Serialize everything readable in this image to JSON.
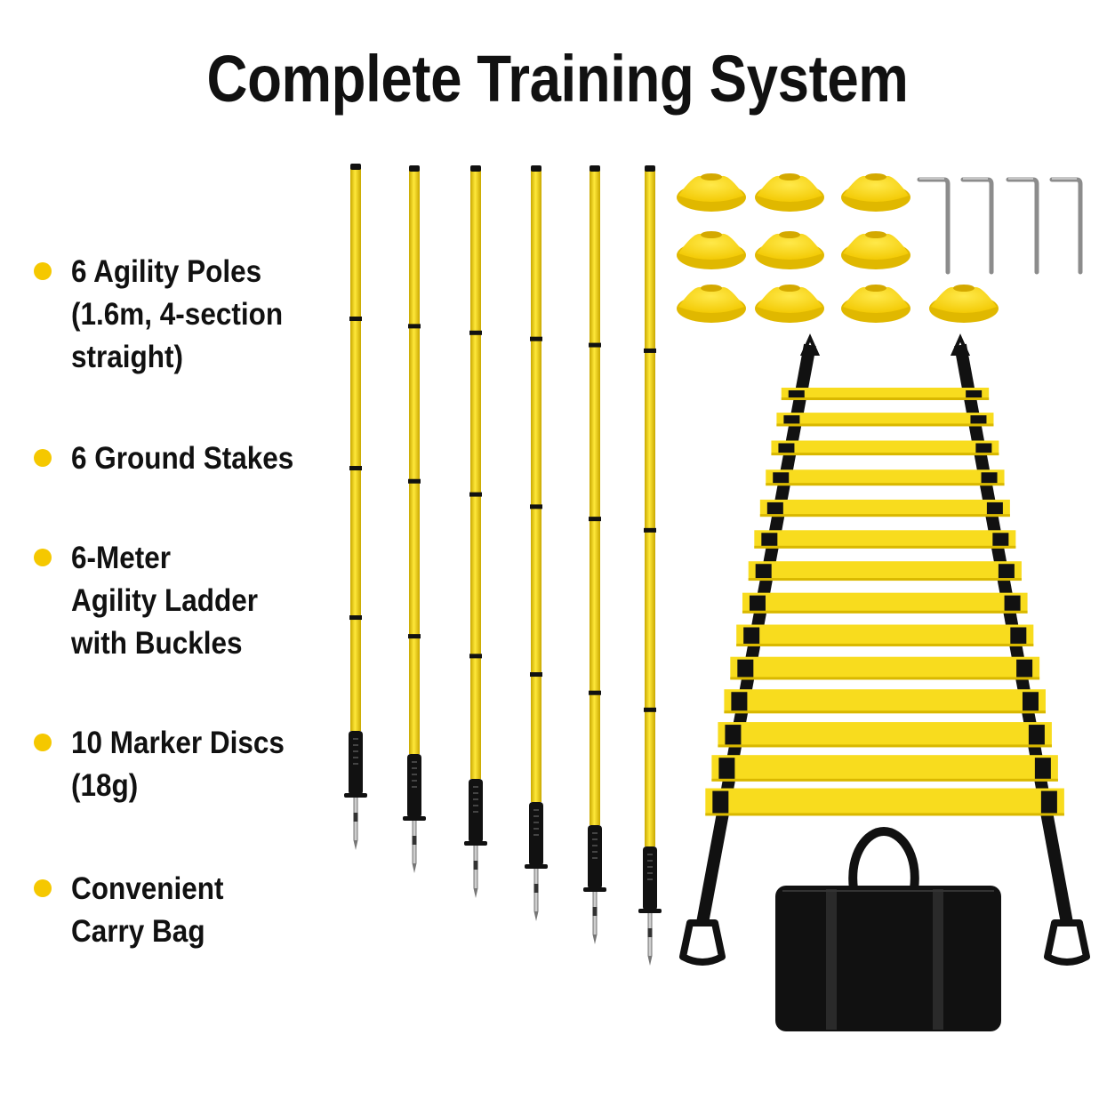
{
  "title": "Complete Training System",
  "colors": {
    "accent_yellow": "#F8DC1E",
    "bullet_yellow": "#F5C800",
    "text": "#111111",
    "black": "#111111",
    "metal": "#8C8C8C"
  },
  "features": [
    {
      "text": "6 Agility Poles\n(1.6m, 4-section\nstraight)"
    },
    {
      "text": "6 Ground Stakes"
    },
    {
      "text": "6-Meter\nAgility Ladder\nwith Buckles"
    },
    {
      "text": "10 Marker Discs\n(18g)"
    },
    {
      "text": "Convenient\nCarry Bag"
    }
  ],
  "items": {
    "pole_count": 6,
    "ground_stake_count": 6,
    "marker_disc_count": 10,
    "tent_stake_count": 4,
    "ladder_rung_count": 14
  }
}
